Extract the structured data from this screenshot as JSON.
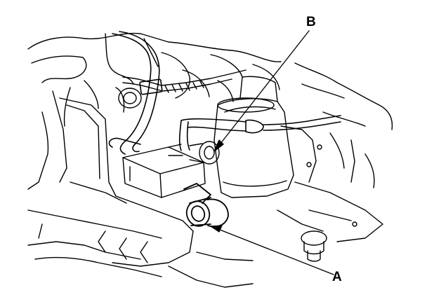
{
  "callouts": {
    "a": {
      "label": "A",
      "target": "breather-hose-fitting"
    },
    "b": {
      "label": "B",
      "target": "hose-clamp"
    }
  },
  "colors": {
    "ink": "#000000",
    "paper": "#ffffff"
  }
}
